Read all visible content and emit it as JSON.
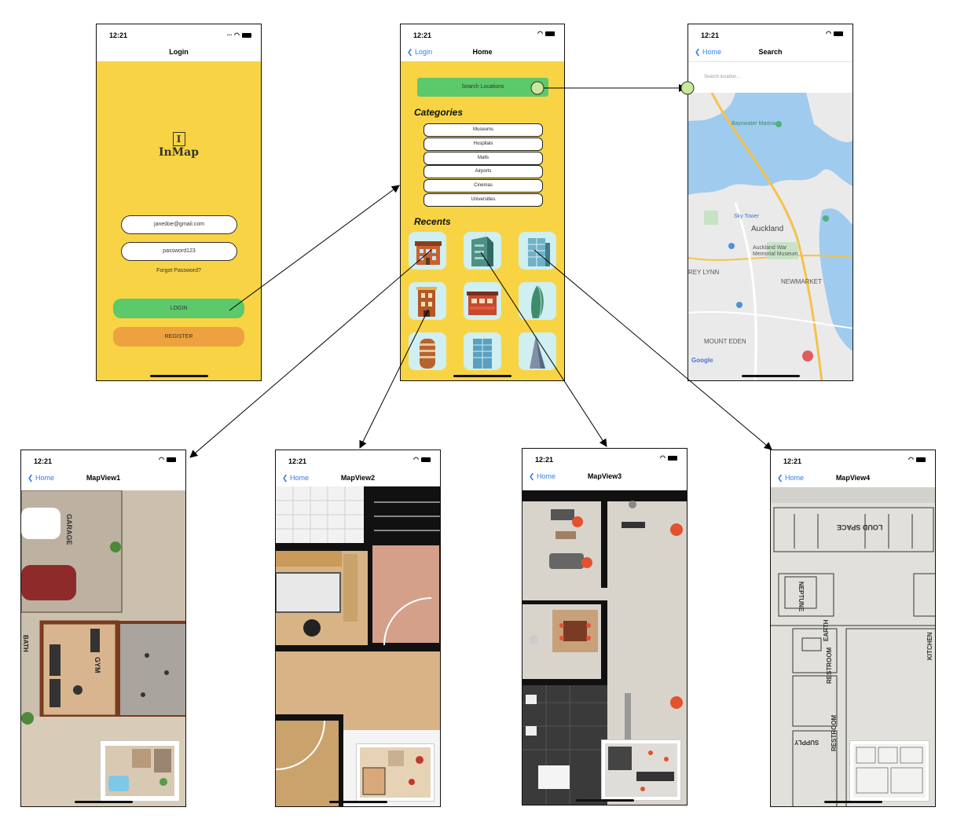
{
  "status_time": "12:21",
  "login": {
    "nav_title": "Login",
    "logo_letter": "I",
    "logo_text": "InMap",
    "email_value": "janedoe@gmail.com",
    "password_value": "password123",
    "forgot_label": "Forgot Password?",
    "login_label": "LOGIN",
    "register_label": "REGISTER"
  },
  "home": {
    "back_label": "Login",
    "nav_title": "Home",
    "search_label": "Search Locations",
    "categories_title": "Categories",
    "categories": [
      "Museums",
      "Hospitals",
      "Malls",
      "Airports",
      "Cinemas",
      "Universities"
    ],
    "recents_title": "Recents"
  },
  "search": {
    "back_label": "Home",
    "nav_title": "Search",
    "placeholder": "Search location...",
    "map_labels": [
      "Auckland",
      "NEWMARKET",
      "MOUNT EDEN",
      "REY LYNN",
      "Sky Tower",
      "Bayswater Marina",
      "Auckland War Memorial Museum",
      "Google"
    ]
  },
  "mapviews": [
    {
      "back_label": "Home",
      "nav_title": "MapView1"
    },
    {
      "back_label": "Home",
      "nav_title": "MapView2"
    },
    {
      "back_label": "Home",
      "nav_title": "MapView3"
    },
    {
      "back_label": "Home",
      "nav_title": "MapView4"
    }
  ],
  "floorplan_labels": {
    "mv1": [
      "GARAGE",
      "GYM",
      "BATH"
    ],
    "mv4": [
      "LOUD SPACE",
      "NEPTUNE",
      "EARTH",
      "KITCHEN",
      "RESTROOM",
      "SUPPLY",
      "RESTROOM"
    ]
  },
  "colors": {
    "yellow": "#f8d444",
    "green": "#5cc96a",
    "orange": "#eea23f",
    "ios_blue": "#2f7cf6",
    "connector_dot": "#c9e89a"
  }
}
